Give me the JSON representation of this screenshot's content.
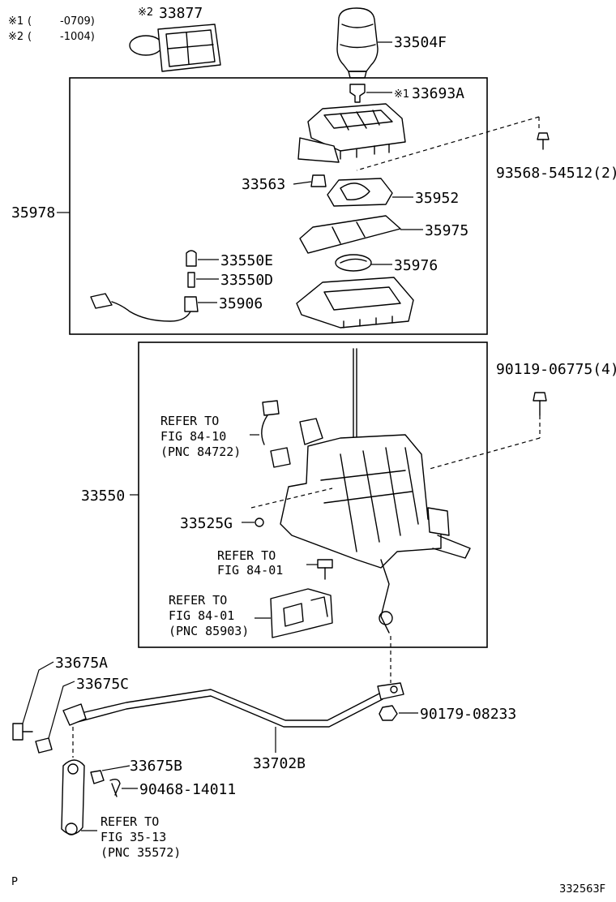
{
  "notes": {
    "n1": {
      "mark": "※1",
      "paren": "(",
      "range": "-0709)"
    },
    "n2": {
      "mark": "※2",
      "paren": "(",
      "range": "-1004)"
    }
  },
  "parts": {
    "p33877": "33877",
    "p33877_mark": "※2",
    "p33504F": "33504F",
    "p33693A": "33693A",
    "p33693A_mark": "※1",
    "p93568": "93568-54512(2)",
    "p35978": "35978",
    "p33563": "33563",
    "p35952": "35952",
    "p35975": "35975",
    "p35976": "35976",
    "p33550E": "33550E",
    "p33550D": "33550D",
    "p35906": "35906",
    "p90119": "90119-06775(4)",
    "p33550": "33550",
    "p33525G": "33525G",
    "p33675A": "33675A",
    "p33675C": "33675C",
    "p33675B": "33675B",
    "p90468": "90468-14011",
    "p33702B": "33702B",
    "p90179": "90179-08233"
  },
  "refs": {
    "r1": {
      "l1": "REFER TO",
      "l2": "FIG 84-10",
      "l3": "(PNC 84722)"
    },
    "r2": {
      "l1": "REFER TO",
      "l2": "FIG 84-01"
    },
    "r3": {
      "l1": "REFER TO",
      "l2": "FIG 84-01",
      "l3": "(PNC 85903)"
    },
    "r4": {
      "l1": "REFER TO",
      "l2": "FIG 35-13",
      "l3": "(PNC 35572)"
    }
  },
  "footer": {
    "page_mark": "P",
    "illustration_id": "332563F"
  }
}
